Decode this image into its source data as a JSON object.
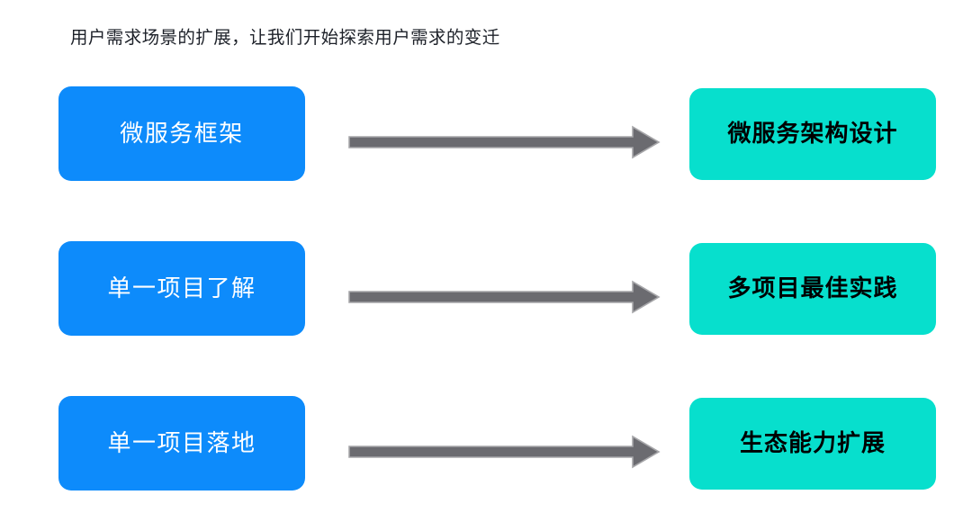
{
  "slide": {
    "title": "用户需求场景的扩展，让我们开始探索用户需求的变迁",
    "background_color": "#ffffff",
    "title_color": "#1d2129"
  },
  "palette": {
    "source_box_fill": "#0d8bfb",
    "source_box_text": "#ffffff",
    "target_box_fill": "#07dfcd",
    "target_box_text": "#000000",
    "arrow_fill": "#6b6b70",
    "arrow_outline": "#a6a6a9"
  },
  "flows": [
    {
      "source": "微服务框架",
      "arrow": "right-arrow-icon",
      "target": "微服务架构设计"
    },
    {
      "source": "单一项目了解",
      "arrow": "right-arrow-icon",
      "target": "多项目最佳实践"
    },
    {
      "source": "单一项目落地",
      "arrow": "right-arrow-icon",
      "target": "生态能力扩展"
    }
  ]
}
